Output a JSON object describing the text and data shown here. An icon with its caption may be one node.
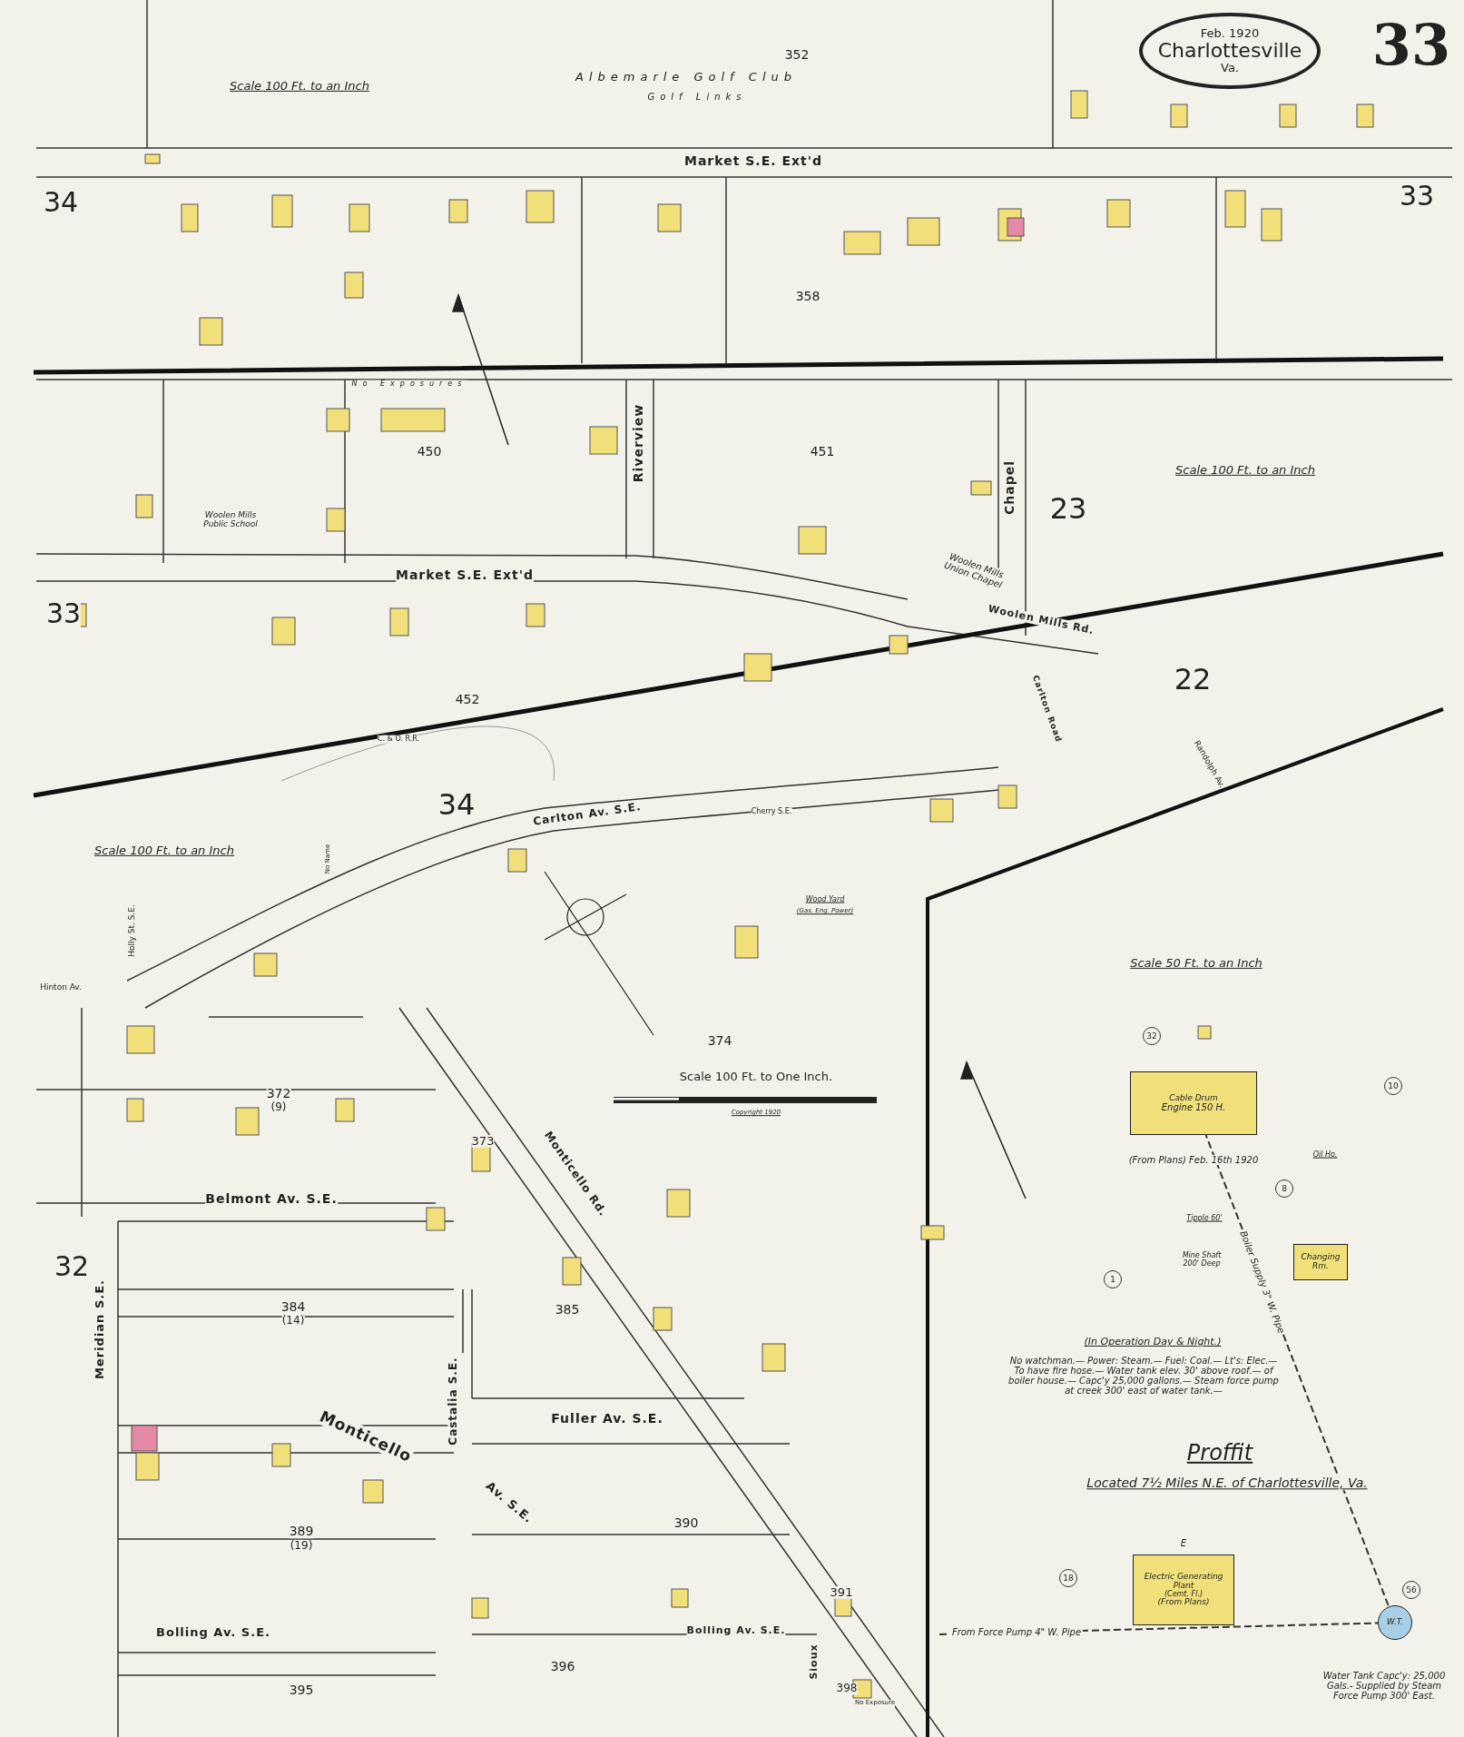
{
  "diagram": {
    "nodes": [
      {
        "text": [
          "Feb. 1920",
          "Charlottesville",
          "Va."
        ]
      },
      {
        "text": [
          "Cable Drum",
          "Engine 150 H."
        ],
        "beside": [
          "(From Plans) Feb. 16th 1920"
        ]
      },
      {
        "text": [
          "Changing Rm."
        ]
      },
      {
        "text": [
          "Electric Generating Plant",
          "(Cemt. Fl.)",
          "(From Plans)"
        ],
        "beside": [
          "E"
        ]
      },
      {
        "text": [
          "W.T."
        ],
        "beside": [
          "Water Tank Capc'y: 25,000 Gals.- Supplied by Steam Force Pump 300' East."
        ]
      }
    ],
    "edges": [
      {
        "from": 4,
        "to": 1,
        "arrow": "none",
        "style": "dashed",
        "label": "Boiler Supply 3\" W. Pipe"
      },
      {
        "from": null,
        "to": 4,
        "arrow": "none",
        "style": "dashed",
        "label": "From Force Pump 4\" W. Pipe"
      }
    ],
    "labels": [
      "33",
      "Scale 100 Ft. to an Inch",
      "Albemarle Golf Club",
      "Golf Links",
      "352",
      "Market S.E. Ext'd",
      "34",
      "33",
      "358",
      "No Exposures",
      "450",
      "Riverview",
      "451",
      "Chapel",
      "23",
      "Scale 100 Ft. to an Inch",
      "Woolen Mills Public School",
      "Woolen Mills Union Chapel",
      "Market S.E. Ext'd",
      "Woolen Mills Rd.",
      "33",
      "452",
      "22",
      "Carlton Road",
      "C. & O. R.R.",
      "Cherry S.E.",
      "Randolph Av.",
      "34",
      "Carlton Av. S.E.",
      "Scale 100 Ft. to an Inch",
      "No Name",
      "Holly St. S.E.",
      "Hinton Av.",
      "Wood Yard",
      "(Gas. Eng. Power)",
      "Scale 50 Ft. to an Inch",
      "374",
      "Scale 100 Ft. to One Inch.",
      "Copyright 1920",
      "372",
      "(9)",
      "373",
      "Monticello Rd.",
      "Oil Ho.",
      "Belmont Av. S.E.",
      "Tipple 60'",
      "Mine Shaft 200' Deep",
      "32",
      "384",
      "(14)",
      "385",
      "Meridian S.E.",
      "(In Operation Day & Night.)",
      "No watchman.— Power: Steam.— Fuel: Coal.— Lt's: Elec.— To have fire hose.— Water tank elev. 30' above roof.— of boiler house.— Capc'y 25,000 gallons.— Steam force pump at creek 300' east of water tank.—",
      "Castalia S.E.",
      "Fuller Av. S.E.",
      "Monticello",
      "Proffit",
      "Located 7½ Miles N.E. of Charlottesville, Va.",
      "Av. S.E.",
      "390",
      "389",
      "(19)",
      "391",
      "Bolling Av. S.E.",
      "Bolling Av. S.E.",
      "396",
      "Sioux",
      "398",
      "No Exposure",
      "395",
      "32",
      "10",
      "8",
      "1",
      "18",
      "56"
    ]
  }
}
